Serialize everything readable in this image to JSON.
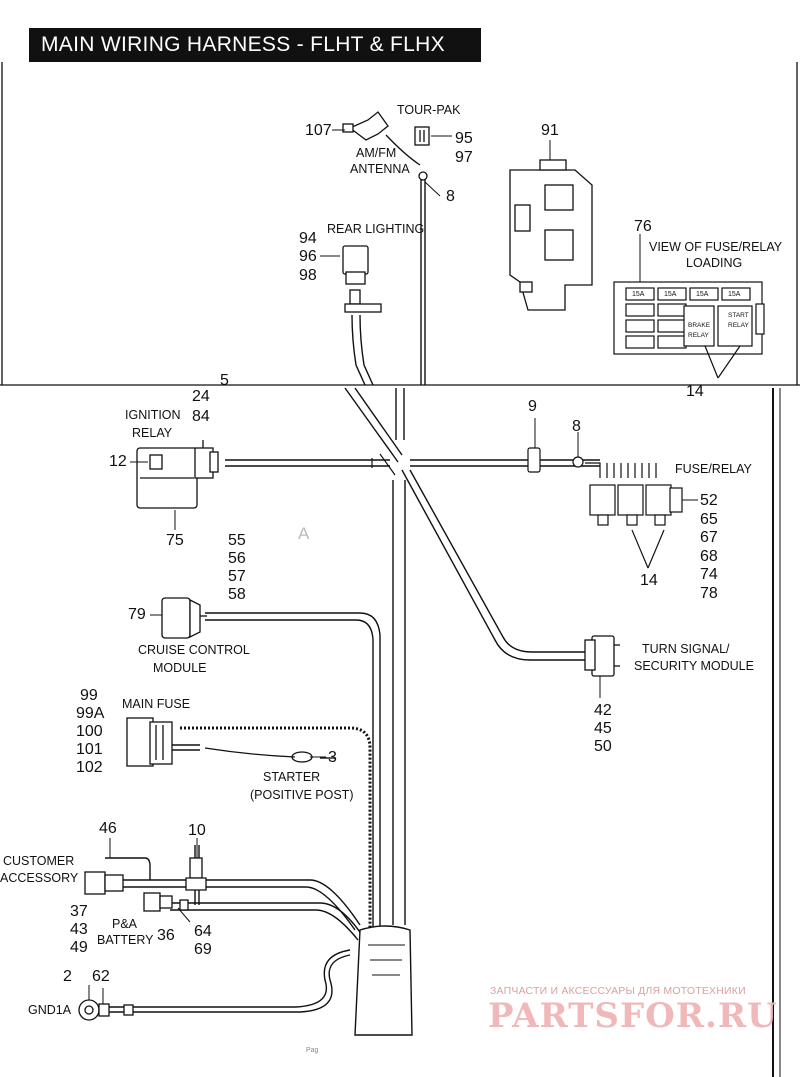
{
  "title": "MAIN WIRING HARNESS - FLHT & FLHX",
  "labels": {
    "tour_pak": "TOUR-PAK",
    "am_fm_antenna": [
      "AM/FM",
      "ANTENNA"
    ],
    "rear_lighting": "REAR LIGHTING",
    "view_fuse_relay": [
      "VIEW OF FUSE/RELAY",
      "LOADING"
    ],
    "ignition_relay": [
      "IGNITION",
      "RELAY"
    ],
    "fuse_relay": "FUSE/RELAY",
    "cruise_control": [
      "CRUISE CONTROL",
      "MODULE"
    ],
    "turn_signal": [
      "TURN SIGNAL/",
      "SECURITY MODULE"
    ],
    "main_fuse": "MAIN FUSE",
    "starter": [
      "STARTER",
      "(POSITIVE POST)"
    ],
    "customer_accessory": [
      "CUSTOMER",
      "ACCESSORY"
    ],
    "pa_battery": [
      "P&A",
      "BATTERY"
    ],
    "gnd": "GND1A",
    "fuse_15a": "15A",
    "brake_relay": [
      "BRAKE",
      "RELAY"
    ],
    "start_relay": [
      "START",
      "RELAY"
    ],
    "stamp_a": "A",
    "page_mark": "Pag"
  },
  "callouts": {
    "n107": "107",
    "n95": "95",
    "n97": "97",
    "n8a": "8",
    "n91": "91",
    "n94": "94",
    "n96": "96",
    "n98": "98",
    "n76": "76",
    "n14a": "14",
    "n5": "5",
    "n24": "24",
    "n84": "84",
    "n12": "12",
    "n75": "75",
    "n9": "9",
    "n8b": "8",
    "n52": "52",
    "n65": "65",
    "n67": "67",
    "n68": "68",
    "n74": "74",
    "n78": "78",
    "n14b": "14",
    "n55": "55",
    "n56": "56",
    "n57": "57",
    "n58": "58",
    "n79": "79",
    "n42": "42",
    "n45": "45",
    "n50": "50",
    "n99": "99",
    "n99a": "99A",
    "n100": "100",
    "n101": "101",
    "n102": "102",
    "n3": "3",
    "n46": "46",
    "n10": "10",
    "n37": "37",
    "n43": "43",
    "n49": "49",
    "n36": "36",
    "n64": "64",
    "n69": "69",
    "n2": "2",
    "n62": "62"
  },
  "watermark": {
    "subtitle": "ЗАПЧАСТИ И АКСЕССУАРЫ ДЛЯ МОТОТЕХНИКИ",
    "brand": "PARTSFOR.RU",
    "color": "#f0b8b8"
  }
}
